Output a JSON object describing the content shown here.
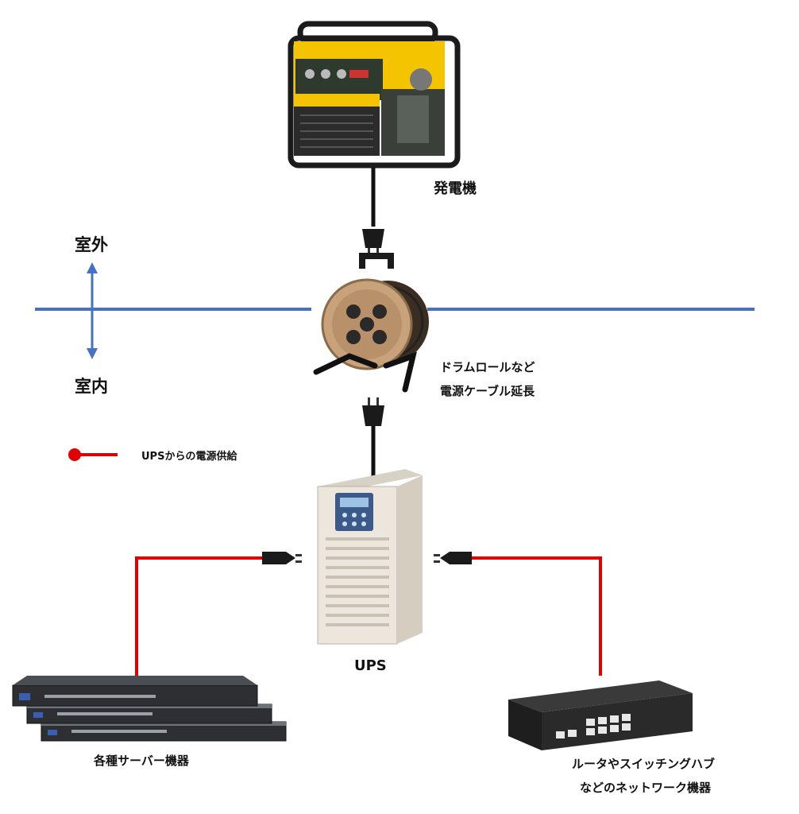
{
  "labels": {
    "generator": "発電機",
    "outdoor": "室外",
    "indoor": "室内",
    "drum_line1": "ドラムロールなど",
    "drum_line2": "電源ケーブル延長",
    "legend": "UPSからの電源供給",
    "ups": "UPS",
    "servers": "各種サーバー機器",
    "network_line1": "ルータやスイッチングハブ",
    "network_line2": "などのネットワーク機器"
  },
  "colors": {
    "boundary_line": "#4472c4",
    "ups_supply_line": "#e00000",
    "generator_body": "#f5c400",
    "frame": "#1b1b1b",
    "drum_face": "#c8a27a",
    "ups_body": "#ece6dc",
    "switch_body": "#2a2a2a"
  },
  "icons": {
    "generator": "generator-icon",
    "cable_drum": "cable-drum-icon",
    "ups": "ups-icon",
    "servers": "rack-server-icon",
    "switch": "network-switch-icon",
    "plug": "power-plug-icon"
  }
}
